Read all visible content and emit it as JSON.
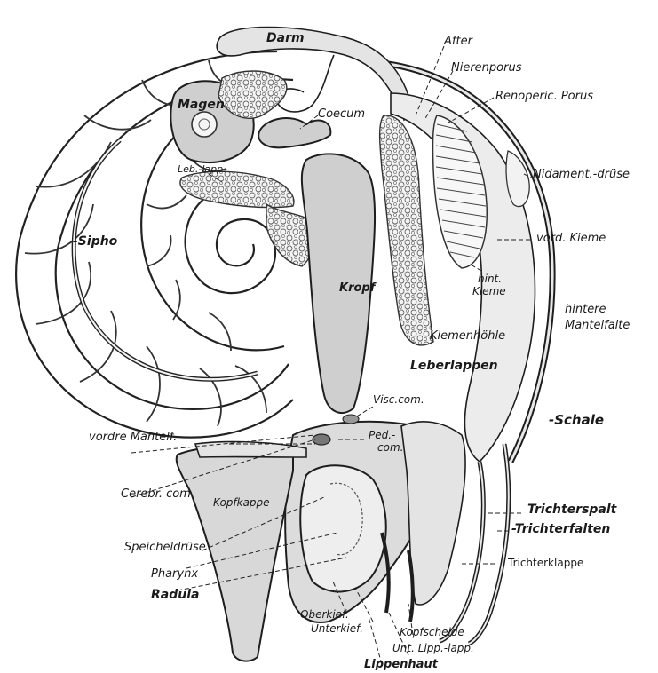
{
  "figure": {
    "labels": {
      "darm": "Darm",
      "after": "After",
      "nierenporus": "Nierenporus",
      "renoperic_porus": "Renoperic. Porus",
      "magen": "Magen",
      "coecum": "Coecum",
      "leb_lapp": "Leb.-lapp.",
      "nidament_druese": "Nidament.-drüse",
      "vord_kieme": "vord. Kieme",
      "sipho": "-Sipho",
      "hint_kieme_1": "hint.",
      "hint_kieme_2": "Kieme",
      "kropf": "Kropf",
      "hintere_mantelfalte_1": "hintere",
      "hintere_mantelfalte_2": "Mantelfalte",
      "kiemenhoehle": "Kiemenhöhle",
      "leberlappen": "Leberlappen",
      "visc_com": "Visc.com.",
      "schale": "-Schale",
      "vordre_mantelf": "vordre Mantelf.",
      "ped_com_1": "Ped.-",
      "ped_com_2": "com.",
      "cerebr_com": "Cerebr. com.",
      "kopfkappe": "Kopfkappe",
      "trichterspalt": "Trichterspalt",
      "trichterfalten": "-Trichterfalten",
      "speicheldruese": "Speicheldrüse",
      "trichterklappe": "Trichterklappe",
      "pharynx": "Pharynx",
      "radula": "Radula",
      "oberkief": "Oberkief.",
      "unterkief": "Unterkief.",
      "kopfscheide": "Kopfscheide",
      "unt_lipp_lapp": "Unt. Lipp.-lapp.",
      "lippenhaut": "Lippenhaut"
    }
  }
}
